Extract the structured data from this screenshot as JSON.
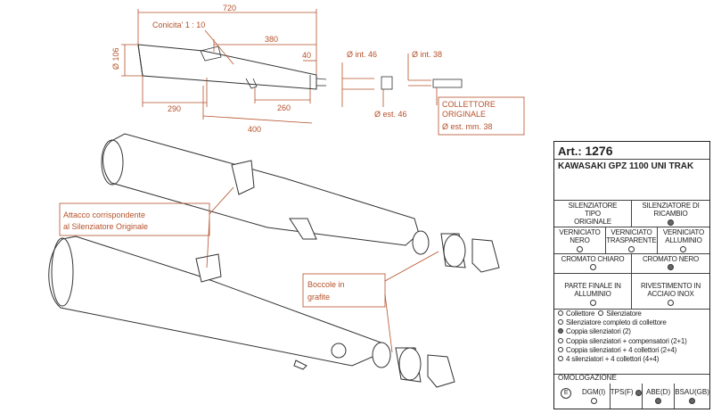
{
  "dimensions": {
    "d720": "720",
    "conicita": "Conicita' 1 : 10",
    "d380": "380",
    "d40": "40",
    "d106": "Ø 106",
    "d290": "290",
    "d260": "260",
    "d400": "400",
    "int46": "Ø int. 46",
    "est46": "Ø est. 46",
    "int38": "Ø int. 38"
  },
  "collector_note": {
    "line1": "COLLETTORE",
    "line2": "ORIGINALE",
    "line3": "Ø est. mm. 38"
  },
  "callouts": {
    "attacco_line1": "Attacco corrispondente",
    "attacco_line2": "al Silenziatore Originale",
    "boccole_line1": "Boccole in",
    "boccole_line2": "grafite"
  },
  "card": {
    "art_label": "Art.:",
    "art_number": "1276",
    "model": "KAWASAKI GPZ 1100 UNI TRAK",
    "silenz_orig": "SILENZIATORE TIPO ORIGINALE",
    "silenz_ric": "SILENZIATORE DI RICAMBIO",
    "vern_nero": "VERNICIATO NERO",
    "vern_trasp": "VERNICIATO TRASPARENTE",
    "vern_all": "VERNICIATO ALLUMINIO",
    "cromato_chiaro": "CROMATO CHIARO",
    "cromato_nero": "CROMATO NERO",
    "parte_finale": "PARTE FINALE IN ALLUMINIO",
    "rivestimento": "RIVESTIMENTO IN ACCIAIO INOX",
    "list_item1a": "Collettore",
    "list_item1b": "Silenziatore",
    "list_item2": "Silenziatore completo di collettore",
    "list_item3": "Coppia silenziatori (2)",
    "list_item4": "Coppia silenziatori + compensatori (2+1)",
    "list_item5": "Coppia silenziatori + 4 collettori (2+4)",
    "list_item6": "4 silenziatori + 4 collettori (4+4)",
    "omologazione": "OMOLOGAZIONE",
    "e_mark": "E",
    "dgm": "DGM(I)",
    "tps": "TPS(F)",
    "abe": "ABE(D)",
    "bsau": "BSAU(GB)"
  },
  "colors": {
    "dimension": "#b5512a",
    "line": "#333333"
  }
}
